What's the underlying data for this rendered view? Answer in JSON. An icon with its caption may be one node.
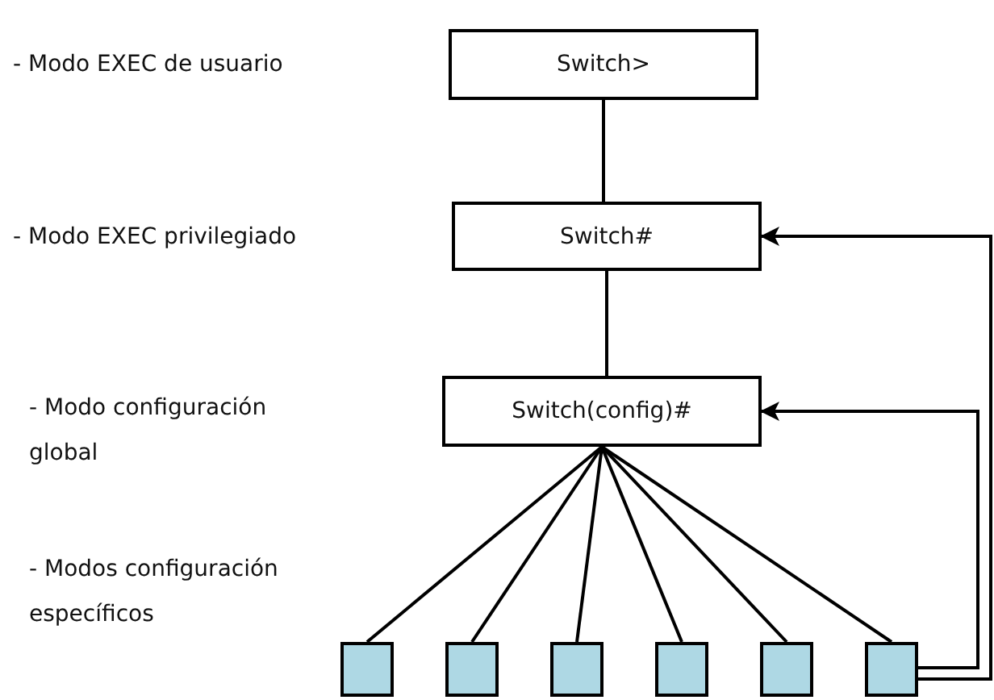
{
  "diagram": {
    "nodes": [
      {
        "text": [
          "Switch>"
        ]
      },
      {
        "text": [
          "Switch#"
        ]
      },
      {
        "text": [
          "Switch(config)#"
        ]
      },
      {
        "text": [],
        "shape": "box"
      },
      {
        "text": [],
        "shape": "box"
      },
      {
        "text": [],
        "shape": "box"
      },
      {
        "text": [],
        "shape": "box"
      },
      {
        "text": [],
        "shape": "box"
      },
      {
        "text": [],
        "shape": "box"
      }
    ],
    "edges": [
      {
        "from": 0,
        "to": 1,
        "arrow": "none"
      },
      {
        "from": 1,
        "to": 2,
        "arrow": "none"
      },
      {
        "from": 2,
        "to": 3,
        "arrow": "none"
      },
      {
        "from": 2,
        "to": 4,
        "arrow": "none"
      },
      {
        "from": 2,
        "to": 5,
        "arrow": "none"
      },
      {
        "from": 2,
        "to": 6,
        "arrow": "none"
      },
      {
        "from": 2,
        "to": 7,
        "arrow": "none"
      },
      {
        "from": 2,
        "to": 8,
        "arrow": "none"
      },
      {
        "from": 8,
        "to": 2,
        "arrow": "to"
      },
      {
        "from": 8,
        "to": 1,
        "arrow": "to"
      }
    ],
    "labels": [
      "- Modo EXEC de usuario",
      "- Modo EXEC privilegiado",
      "- Modo configuración global",
      "- Modos configuración específicos"
    ]
  }
}
